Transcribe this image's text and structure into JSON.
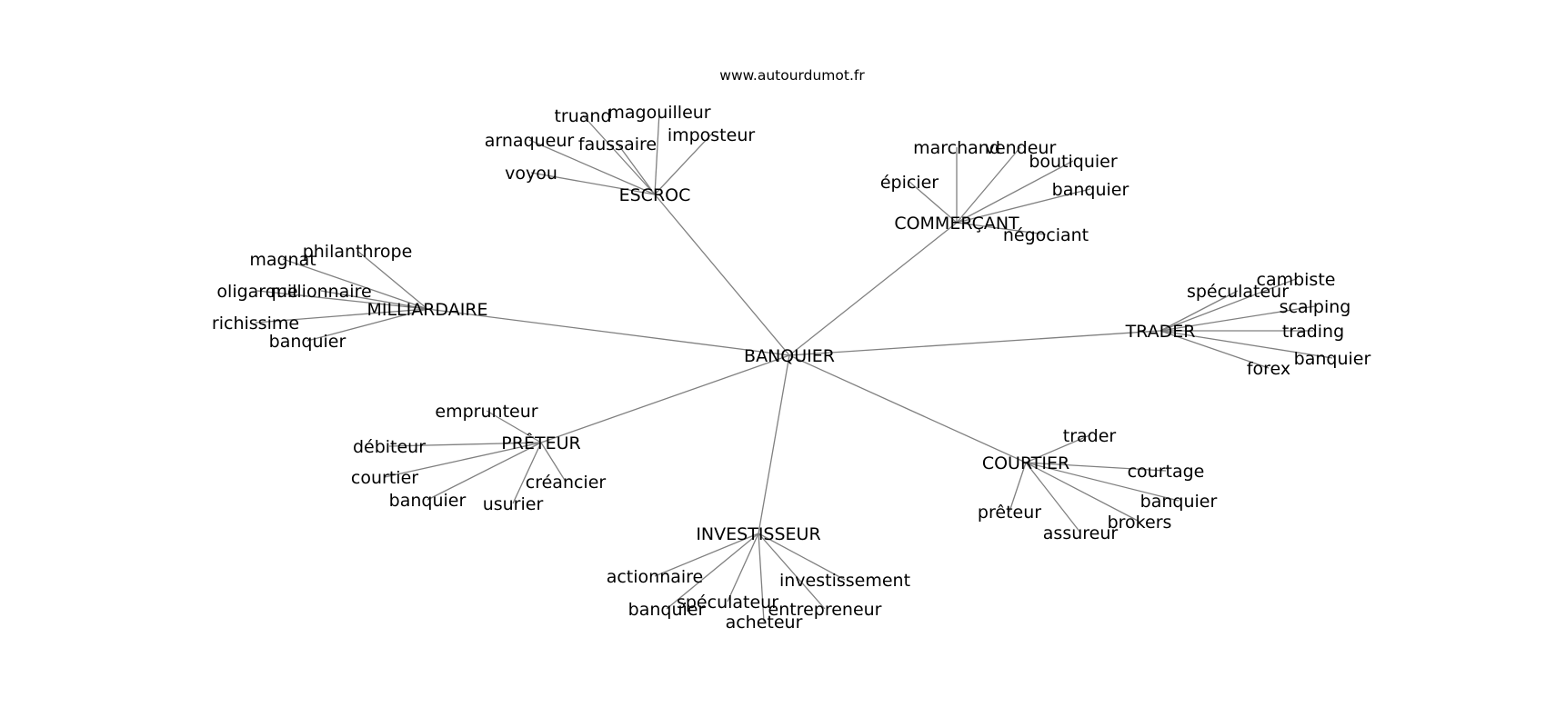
{
  "source": "www.autourdumot.fr",
  "graph": {
    "center": "BANQUIER",
    "branches": [
      {
        "label": "ESCROC",
        "leaves": [
          "truand",
          "magouilleur",
          "arnaqueur",
          "faussaire",
          "imposteur",
          "voyou"
        ]
      },
      {
        "label": "COMMERÇANT",
        "leaves": [
          "marchand",
          "vendeur",
          "boutiquier",
          "épicier",
          "banquier",
          "négociant"
        ]
      },
      {
        "label": "MILLIARDAIRE",
        "leaves": [
          "philanthrope",
          "magnat",
          "oligarque",
          "millionnaire",
          "richissime",
          "banquier"
        ]
      },
      {
        "label": "TRADER",
        "leaves": [
          "cambiste",
          "spéculateur",
          "scalping",
          "trading",
          "banquier",
          "forex"
        ]
      },
      {
        "label": "PRÊTEUR",
        "leaves": [
          "emprunteur",
          "débiteur",
          "courtier",
          "créancier",
          "banquier",
          "usurier"
        ]
      },
      {
        "label": "COURTIER",
        "leaves": [
          "trader",
          "courtage",
          "banquier",
          "prêteur",
          "brokers",
          "assureur"
        ]
      },
      {
        "label": "INVESTISSEUR",
        "leaves": [
          "actionnaire",
          "investissement",
          "spéculateur",
          "banquier",
          "entrepreneur",
          "acheteur"
        ]
      }
    ]
  }
}
